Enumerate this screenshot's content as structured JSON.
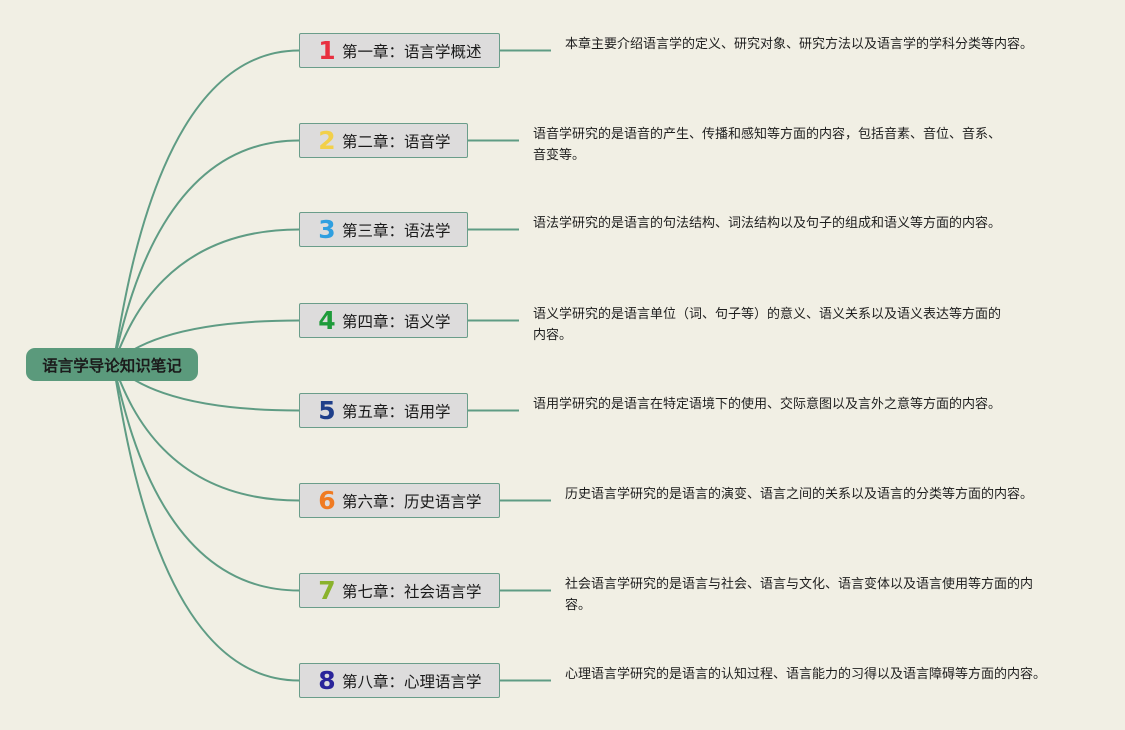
{
  "root": {
    "label": "语言学导论知识笔记",
    "fill": "#5b9a7c"
  },
  "edge_color": "#5f9c84",
  "chapters": [
    {
      "number": "1",
      "label": "第一章：语言学概述",
      "color": "#e8303f",
      "description": "本章主要介绍语言学的定义、研究对象、研究方法以及语言学的学科分类等内容。"
    },
    {
      "number": "2",
      "label": "第二章：语音学",
      "color": "#f2d04a",
      "description": "语音学研究的是语音的产生、传播和感知等方面的内容，包括音素、音位、音系、音变等。"
    },
    {
      "number": "3",
      "label": "第三章：语法学",
      "color": "#2f9fe0",
      "description": "语法学研究的是语言的句法结构、词法结构以及句子的组成和语义等方面的内容。"
    },
    {
      "number": "4",
      "label": "第四章：语义学",
      "color": "#1e9b3a",
      "description": "语义学研究的是语言单位（词、句子等）的意义、语义关系以及语义表达等方面的内容。"
    },
    {
      "number": "5",
      "label": "第五章：语用学",
      "color": "#1f3f8a",
      "description": "语用学研究的是语言在特定语境下的使用、交际意图以及言外之意等方面的内容。"
    },
    {
      "number": "6",
      "label": "第六章：历史语言学",
      "color": "#f07b22",
      "description": "历史语言学研究的是语言的演变、语言之间的关系以及语言的分类等方面的内容。"
    },
    {
      "number": "7",
      "label": "第七章：社会语言学",
      "color": "#8ab22c",
      "description": "社会语言学研究的是语言与社会、语言与文化、语言变体以及语言使用等方面的内容。"
    },
    {
      "number": "8",
      "label": "第八章：心理语言学",
      "color": "#2a249a",
      "description": "心理语言学研究的是语言的认知过程、语言能力的习得以及语言障碍等方面的内容。"
    }
  ]
}
